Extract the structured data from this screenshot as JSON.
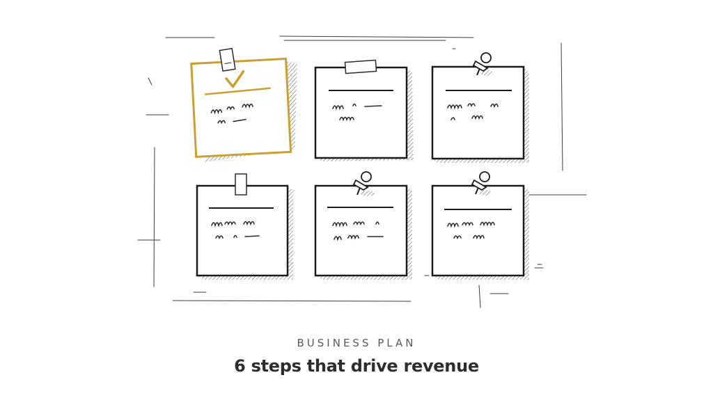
{
  "caption": {
    "kicker": "BUSINESS PLAN",
    "headline": "6 steps that drive revenue"
  },
  "colors": {
    "ink": "#1a1a1a",
    "accent": "#c9a031",
    "hatch": "#555555",
    "sketch_line": "#3a3a3a"
  },
  "notes": [
    {
      "fastener": "tape",
      "completed": true
    },
    {
      "fastener": "tape",
      "completed": false
    },
    {
      "fastener": "pushpin",
      "completed": false
    },
    {
      "fastener": "tape",
      "completed": false
    },
    {
      "fastener": "pushpin",
      "completed": false
    },
    {
      "fastener": "pushpin",
      "completed": false
    }
  ]
}
